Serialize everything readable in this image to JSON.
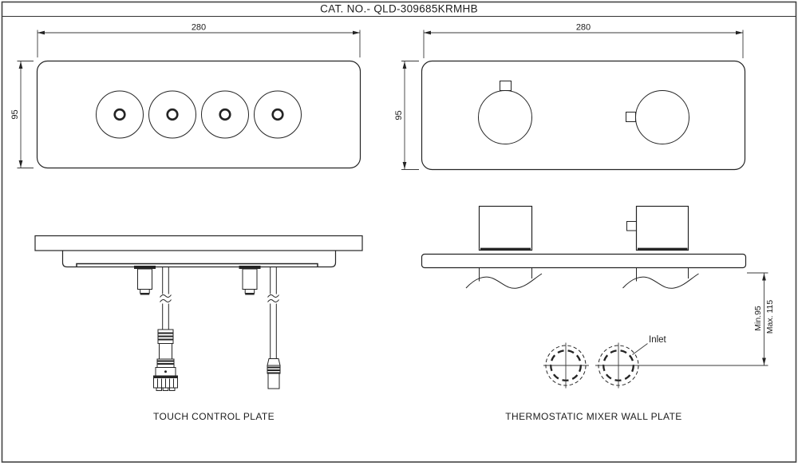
{
  "title": "CAT. NO.- QLD-309685KRMHB",
  "touch": {
    "caption": "TOUCH CONTROL PLATE",
    "dim_width": "280",
    "dim_height": "95"
  },
  "mixer": {
    "caption": "THERMOSTATIC MIXER WALL PLATE",
    "dim_width": "280",
    "dim_height": "95",
    "dim_depth_min": "Min.95",
    "dim_depth_max": "Max. 115",
    "inlet_label": "Inlet"
  }
}
